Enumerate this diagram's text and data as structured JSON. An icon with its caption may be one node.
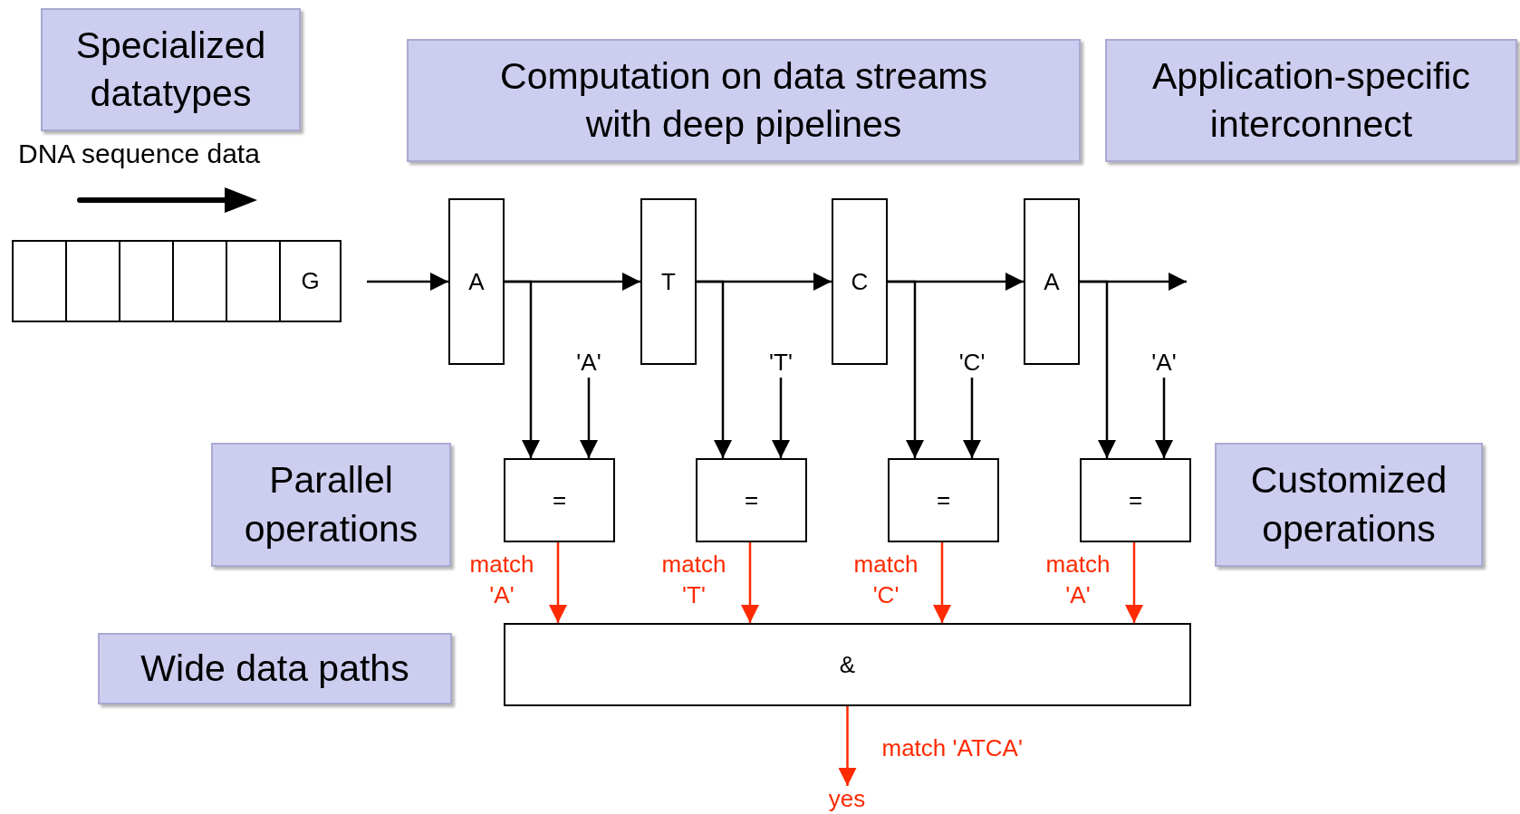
{
  "diagram": {
    "nodes": [
      {
        "text": [
          "Specialized datatypes"
        ]
      },
      {
        "text": [
          "Computation on data streams with deep pipelines"
        ]
      },
      {
        "text": [
          "Application-specific interconnect"
        ]
      },
      {
        "text": [
          "Parallel operations"
        ]
      },
      {
        "text": [
          "Customized operations"
        ]
      },
      {
        "text": [
          "Wide data paths"
        ]
      },
      {
        "text": [],
        "shape": "box"
      },
      {
        "text": [],
        "shape": "box"
      },
      {
        "text": [],
        "shape": "box"
      },
      {
        "text": [],
        "shape": "box"
      },
      {
        "text": [],
        "shape": "box"
      },
      {
        "text": [
          "G"
        ]
      },
      {
        "text": [
          "A"
        ]
      },
      {
        "text": [
          "T"
        ]
      },
      {
        "text": [
          "C"
        ]
      },
      {
        "text": [
          "A"
        ]
      },
      {
        "text": [
          "'A'"
        ]
      },
      {
        "text": [
          "'T'"
        ]
      },
      {
        "text": [
          "'C'"
        ]
      },
      {
        "text": [
          "'A'"
        ]
      },
      {
        "text": [
          "="
        ]
      },
      {
        "text": [
          "="
        ]
      },
      {
        "text": [
          "="
        ]
      },
      {
        "text": [
          "="
        ]
      },
      {
        "text": [
          "&"
        ]
      },
      {
        "text": [
          "yes"
        ]
      }
    ],
    "edges": [
      {
        "from": null,
        "to": 12,
        "arrow": "to"
      },
      {
        "from": 12,
        "to": 13,
        "arrow": "to"
      },
      {
        "from": 13,
        "to": 14,
        "arrow": "to"
      },
      {
        "from": 14,
        "to": 15,
        "arrow": "to"
      },
      {
        "from": 15,
        "to": null,
        "arrow": "to"
      },
      {
        "from": 12,
        "to": 20,
        "arrow": "to"
      },
      {
        "from": 13,
        "to": 21,
        "arrow": "to"
      },
      {
        "from": 14,
        "to": 22,
        "arrow": "to"
      },
      {
        "from": 15,
        "to": 23,
        "arrow": "to"
      },
      {
        "from": 16,
        "to": 20,
        "arrow": "to"
      },
      {
        "from": 17,
        "to": 21,
        "arrow": "to"
      },
      {
        "from": 18,
        "to": 22,
        "arrow": "to"
      },
      {
        "from": 19,
        "to": 23,
        "arrow": "to"
      },
      {
        "from": 20,
        "to": 24,
        "arrow": "to",
        "label": "match 'A'",
        "color": "#ff2a00"
      },
      {
        "from": 21,
        "to": 24,
        "arrow": "to",
        "label": "match 'T'",
        "color": "#ff2a00"
      },
      {
        "from": 22,
        "to": 24,
        "arrow": "to",
        "label": "match 'C'",
        "color": "#ff2a00"
      },
      {
        "from": 23,
        "to": 24,
        "arrow": "to",
        "label": "match 'A'",
        "color": "#ff2a00"
      },
      {
        "from": 24,
        "to": 25,
        "arrow": "to",
        "label": "match 'ATCA'",
        "color": "#ff2a00"
      }
    ],
    "labels": [
      "DNA sequence data"
    ]
  }
}
